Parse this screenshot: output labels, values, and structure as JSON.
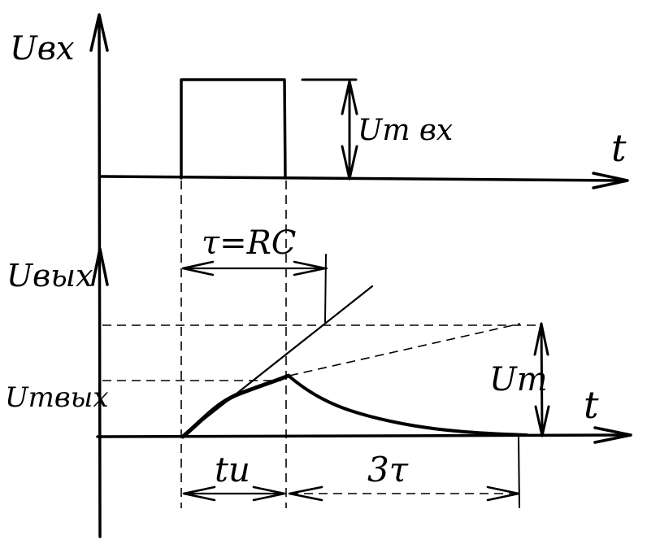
{
  "top_graph": {
    "y_axis_label": "Uвх",
    "t_axis_label": "t",
    "amplitude_label": "Um вх"
  },
  "bottom_graph": {
    "y_axis_label": "Uвых",
    "tau_label": "τ=RC",
    "t_axis_label": "t",
    "output_amplitude_label": "Umвых",
    "um_label": "Um",
    "pulse_width_label": "tи",
    "decay_label": "3τ"
  },
  "colors": {
    "ink": "#000000",
    "background": "#ffffff"
  }
}
